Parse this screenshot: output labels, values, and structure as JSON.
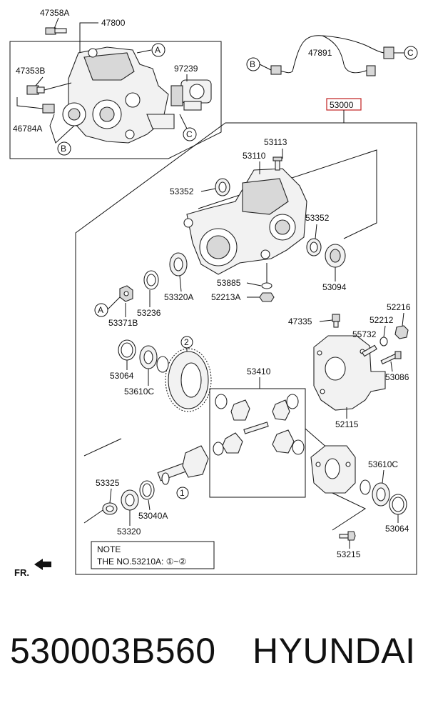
{
  "diagram": {
    "main_assembly": "53000",
    "part_labels": {
      "p47358A": "47358A",
      "p47800": "47800",
      "p47353B": "47353B",
      "p97239": "97239",
      "p46784A": "46784A",
      "p47891": "47891",
      "p53113": "53113",
      "p53110": "53110",
      "p53352a": "53352",
      "p53352b": "53352",
      "p53885": "53885",
      "p52213A": "52213A",
      "p53094": "53094",
      "p53320A": "53320A",
      "p53236": "53236",
      "p53371B": "53371B",
      "p47335": "47335",
      "p52216": "52216",
      "p52212": "52212",
      "p55732": "55732",
      "p53086": "53086",
      "p52115": "52115",
      "p53064a": "53064",
      "p53610Ca": "53610C",
      "p53410": "53410",
      "p53325": "53325",
      "p53040A": "53040A",
      "p53320": "53320",
      "p53610Cb": "53610C",
      "p53064b": "53064",
      "p53215": "53215"
    },
    "callouts": {
      "A1": "A",
      "C1": "C",
      "B1": "B",
      "B2": "B",
      "C2": "C",
      "A2": "A",
      "n2": "2",
      "n1": "1"
    },
    "note_title": "NOTE",
    "note_text": "THE NO.53210A: ①~②",
    "front_label": "FR."
  },
  "footer": {
    "part_number": "530003B560",
    "brand": "HYUNDAI"
  }
}
